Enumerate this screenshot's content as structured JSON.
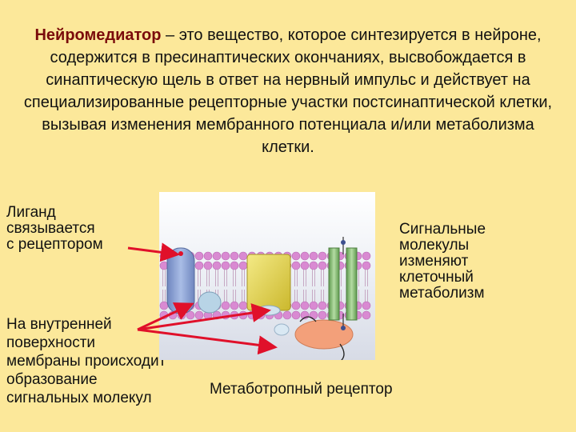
{
  "definition": {
    "term": "Нейромедиатор",
    "body": " – это вещество, которое синтезируется в нейроне, содержится в пресинаптических окончаниях, высвобождается в синаптическую щель в ответ на нервный импульс и действует на специализированные рецепторные участки постсинаптической клетки, вызывая изменения мембранного потенциала и/или метаболизма клетки."
  },
  "labels": {
    "ligand_binding": [
      "Лиганд",
      "связывается",
      "с рецептором"
    ],
    "signaling_molecules": [
      "Сигнальные",
      "молекулы",
      "изменяют",
      "клеточный",
      "метаболизм"
    ],
    "inner_surface": [
      "На внутренней",
      "поверхности",
      "мембраны происходит",
      "образование",
      "сигнальных молекул"
    ],
    "metabotropic_receptor": "Метаботропный рецептор"
  },
  "colors": {
    "background": "#fce89a",
    "term": "#7a0b0b",
    "arrows": "#e0102a",
    "lipid_heads": "#d98ad2",
    "receptor": "#8fa6d4",
    "g_protein": "#e8d84a",
    "ion_channel": "#8cc07a",
    "effector_enzyme": "#f3a07a"
  }
}
